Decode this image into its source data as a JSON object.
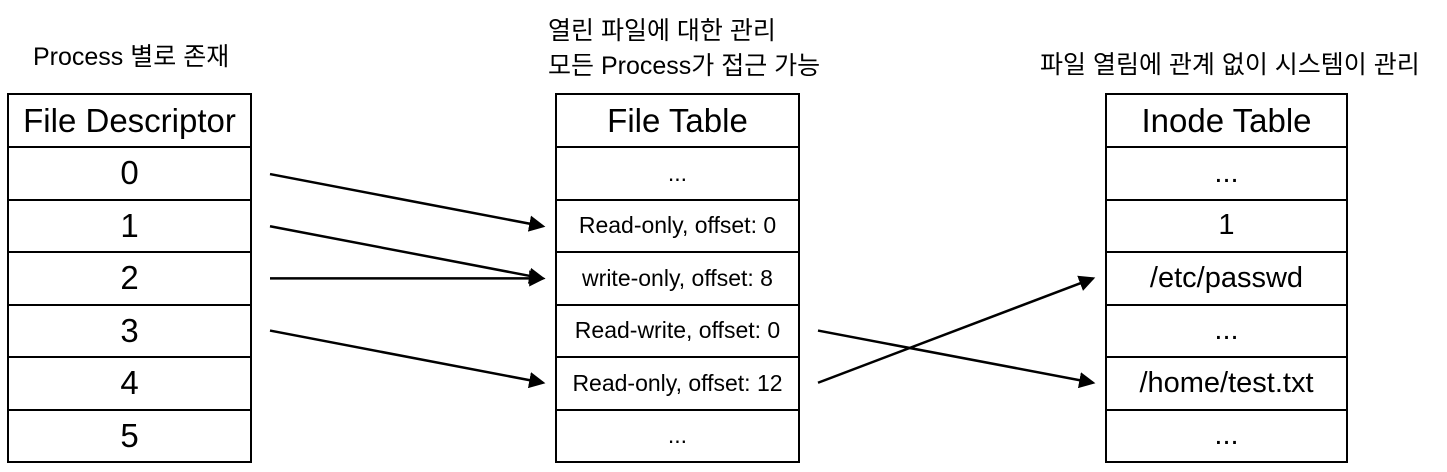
{
  "diagram": {
    "fd_table": {
      "caption": "Process 별로 존재",
      "header": "File Descriptor",
      "rows": [
        "0",
        "1",
        "2",
        "3",
        "4",
        "5"
      ]
    },
    "file_table": {
      "caption_line1": "열린 파일에 대한 관리",
      "caption_line2": "모든 Process가 접근 가능",
      "header": "File Table",
      "rows": [
        "...",
        "Read-only, offset: 0",
        "write-only, offset: 8",
        "Read-write, offset: 0",
        "Read-only, offset: 12",
        "..."
      ]
    },
    "inode_table": {
      "caption": "파일 열림에 관계 없이 시스템이 관리",
      "header": "Inode Table",
      "rows": [
        "...",
        "1",
        "/etc/passwd",
        "...",
        "/home/test.txt",
        "..."
      ]
    },
    "connections": {
      "fd_to_file": [
        {
          "from_row": 0,
          "to_row": 1
        },
        {
          "from_row": 1,
          "to_row": 2
        },
        {
          "from_row": 2,
          "to_row": 2
        },
        {
          "from_row": 3,
          "to_row": 4
        }
      ],
      "file_to_inode": [
        {
          "from_row": 3,
          "to_row": 4
        },
        {
          "from_row": 4,
          "to_row": 2
        }
      ]
    },
    "colors": {
      "background": "#ffffff",
      "text": "#000000",
      "line": "#000000"
    }
  }
}
